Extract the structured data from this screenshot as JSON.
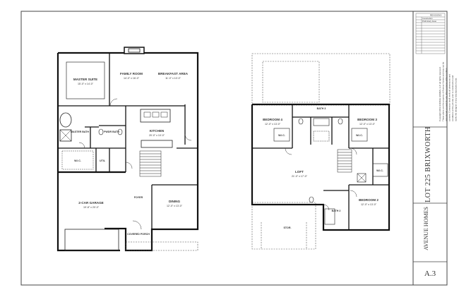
{
  "sheet": {
    "lot_title": "LOT 225 BRIXWORTH",
    "company": "AVENUE HOMES",
    "sheet_number": "A.3",
    "revisions_header": "REVISIONS",
    "rev_row_1": "Construction",
    "rev_row_2": "Preliminary Issue",
    "copyright_lines": [
      "Copyright 2019 AVENUE HOMES, LLC all rights reserved.",
      "These plans are the property of Avenue Homes and may not be",
      "reproduced or used for any other purpose without written",
      "consent. Contractor shall verify all dimensions and",
      "conditions at the job site prior to construction and",
      "notify the designer of any discrepancies found."
    ]
  },
  "first_floor": {
    "master_suite": {
      "name": "MASTER SUITE",
      "dim": "15'-0\" x 14'-0\""
    },
    "family_room": {
      "name": "FAMILY ROOM",
      "dim": "14'-0\" x 16'-0\""
    },
    "breakfast": {
      "name": "BREAKFAST AREA",
      "dim": "11'-0\" x 10'-0\""
    },
    "master_bath": "MASTER BATH",
    "pwdr": "PWDR BATH",
    "kitchen": {
      "name": "KITCHEN",
      "dim": "20'-0\" x 10'-0\""
    },
    "wic": "W.I.C.",
    "util": "UTIL",
    "garage": {
      "name": "2-CAR GARAGE",
      "dim": "19'-8\" x 20'-0\""
    },
    "foyer": "FOYER",
    "dining": {
      "name": "DINING",
      "dim": "12'-0\" x 13'-0\""
    },
    "porch": "COVERED PORCH"
  },
  "second_floor": {
    "bedroom4": {
      "name": "BEDROOM 4",
      "dim": "12'-0\" x 13'-0\""
    },
    "bath3": "BATH 3",
    "bedroom3": {
      "name": "BEDROOM 3",
      "dim": "12'-0\" x 13'-0\""
    },
    "wic": "W.I.C.",
    "loft": {
      "name": "LOFT",
      "dim": "21'-0\" x 17'-0\""
    },
    "bath2": "BATH 2",
    "bedroom2": {
      "name": "BEDROOM 2",
      "dim": "12'-0\" x 13'-0\""
    },
    "stor": "STOR."
  }
}
